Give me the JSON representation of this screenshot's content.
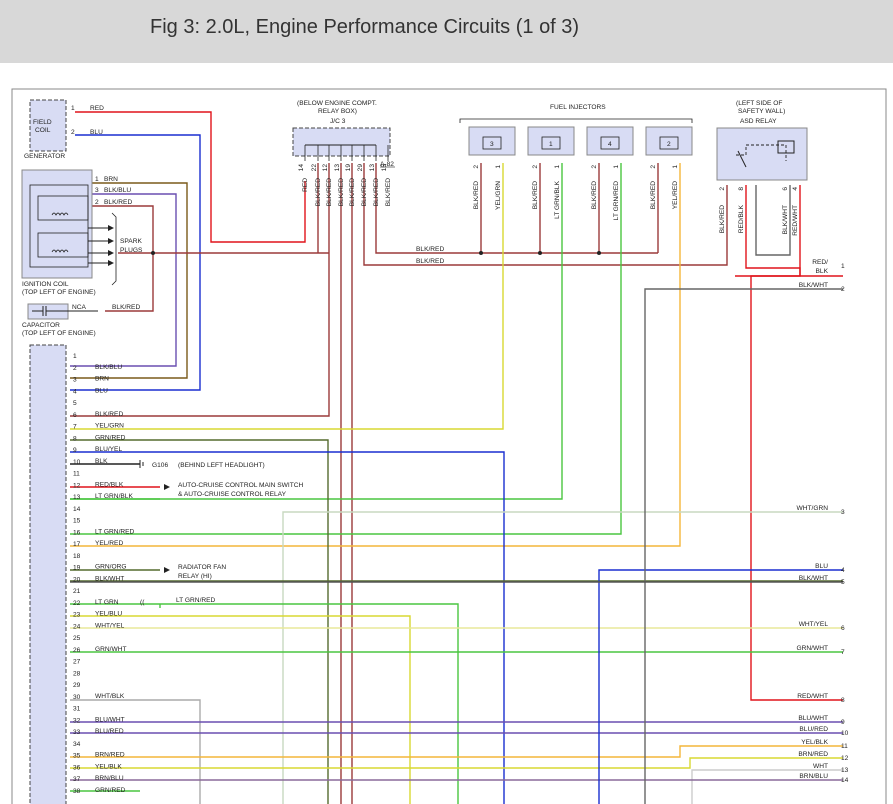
{
  "title": "Fig 3: 2.0L, Engine Performance Circuits (1 of 3)",
  "components": {
    "field_coil": "FIELD COIL",
    "generator": "GENERATOR",
    "ignition_coil": "IGNITION COIL",
    "ignition_coil_loc": "(TOP LEFT OF ENGINE)",
    "capacitor": "CAPACITOR",
    "capacitor_loc": "(TOP LEFT OF ENGINE)",
    "spark_plugs_1": "SPARK",
    "spark_plugs_2": "PLUGS",
    "nca": "NCA",
    "jc_loc_1": "(BELOW ENGINE COMPT.",
    "jc_loc_2": "RELAY BOX)",
    "jc_name": "J/C 3",
    "jc_ref": "A-82",
    "fuel_injectors": "FUEL INJECTORS",
    "asd_loc_1": "(LEFT SIDE OF",
    "asd_loc_2": "SAFETY WALL)",
    "asd_name": "ASD RELAY",
    "g106": "G106",
    "g106_loc": "(BEHIND LEFT HEADLIGHT)",
    "autocruise_1": "AUTO-CRUISE CONTROL MAIN SWITCH",
    "autocruise_2": "& AUTO-CRUISE CONTROL RELAY",
    "radfan_1": "RADIATOR FAN",
    "radfan_2": "RELAY (HI)"
  },
  "wire_labels": {
    "gen_red": "RED",
    "gen_blu": "BLU",
    "coil_brn": "BRN",
    "coil_blkblu": "BLK/BLU",
    "coil_blkred": "BLK/RED",
    "cap_blkred": "BLK/RED",
    "bus_blkred_1": "BLK/RED",
    "bus_blkred_2": "BLK/RED"
  },
  "coil_pins": [
    "1",
    "3",
    "2"
  ],
  "jc_pins": [
    "14",
    "22",
    "12",
    "13",
    "19",
    "29",
    "13",
    "15",
    "11"
  ],
  "jc_wires": [
    "RED",
    "BLK/RED",
    "BLK/RED",
    "BLK/RED",
    "BLK/RED",
    "BLK/RED",
    "BLK/RED",
    "BLK/RED",
    "BLK/RED"
  ],
  "injectors": [
    {
      "num": "3",
      "pins": [
        "2",
        "1"
      ],
      "wires": [
        "BLK/RED",
        "YEL/GRN"
      ]
    },
    {
      "num": "1",
      "pins": [
        "2",
        "1"
      ],
      "wires": [
        "BLK/RED",
        "LT GRN/BLK"
      ]
    },
    {
      "num": "4",
      "pins": [
        "2",
        "1"
      ],
      "wires": [
        "BLK/RED",
        "LT GRN/RED"
      ]
    },
    {
      "num": "2",
      "pins": [
        "2",
        "1"
      ],
      "wires": [
        "BLK/RED",
        "YEL/RED"
      ]
    }
  ],
  "asd_pins": [
    "2",
    "8",
    "6",
    "4"
  ],
  "asd_wires": [
    "BLK/RED",
    "RED/BLK",
    "BLK/WHT",
    "RED/WHT"
  ],
  "pcm_pins": [
    {
      "num": "1",
      "wire": ""
    },
    {
      "num": "2",
      "wire": "BLK/BLU"
    },
    {
      "num": "3",
      "wire": "BRN"
    },
    {
      "num": "4",
      "wire": "BLU"
    },
    {
      "num": "5",
      "wire": ""
    },
    {
      "num": "6",
      "wire": "BLK/RED"
    },
    {
      "num": "7",
      "wire": "YEL/GRN"
    },
    {
      "num": "8",
      "wire": "GRN/RED"
    },
    {
      "num": "9",
      "wire": "BLU/YEL"
    },
    {
      "num": "10",
      "wire": "BLK"
    },
    {
      "num": "11",
      "wire": ""
    },
    {
      "num": "12",
      "wire": "RED/BLK"
    },
    {
      "num": "13",
      "wire": "LT GRN/BLK"
    },
    {
      "num": "14",
      "wire": ""
    },
    {
      "num": "15",
      "wire": ""
    },
    {
      "num": "16",
      "wire": "LT GRN/RED"
    },
    {
      "num": "17",
      "wire": "YEL/RED"
    },
    {
      "num": "18",
      "wire": ""
    },
    {
      "num": "19",
      "wire": "GRN/ORG"
    },
    {
      "num": "20",
      "wire": "BLK/WHT"
    },
    {
      "num": "21",
      "wire": ""
    },
    {
      "num": "22",
      "wire": "LT GRN"
    },
    {
      "num": "23",
      "wire": "YEL/BLU"
    },
    {
      "num": "24",
      "wire": "WHT/YEL"
    },
    {
      "num": "25",
      "wire": ""
    },
    {
      "num": "26",
      "wire": "GRN/WHT"
    },
    {
      "num": "27",
      "wire": ""
    },
    {
      "num": "28",
      "wire": ""
    },
    {
      "num": "29",
      "wire": ""
    },
    {
      "num": "30",
      "wire": "WHT/BLK"
    },
    {
      "num": "31",
      "wire": ""
    },
    {
      "num": "32",
      "wire": "BLU/WHT"
    },
    {
      "num": "33",
      "wire": "BLU/RED"
    },
    {
      "num": "34",
      "wire": ""
    },
    {
      "num": "35",
      "wire": "BRN/RED"
    },
    {
      "num": "36",
      "wire": "YEL/BLK"
    },
    {
      "num": "37",
      "wire": "BRN/BLU"
    },
    {
      "num": "38",
      "wire": "GRN/RED"
    }
  ],
  "splice_22": "LT GRN/RED",
  "right_connectors": [
    {
      "num": "1",
      "wire": "RED/",
      "wire2": "BLK"
    },
    {
      "num": "2",
      "wire": "BLK/WHT",
      "wire2": ""
    },
    {
      "num": "3",
      "wire": "WHT/GRN",
      "wire2": ""
    },
    {
      "num": "4",
      "wire": "BLU",
      "wire2": ""
    },
    {
      "num": "5",
      "wire": "BLK/WHT",
      "wire2": ""
    },
    {
      "num": "6",
      "wire": "WHT/YEL",
      "wire2": ""
    },
    {
      "num": "7",
      "wire": "GRN/WHT",
      "wire2": ""
    },
    {
      "num": "8",
      "wire": "RED/WHT",
      "wire2": ""
    },
    {
      "num": "9",
      "wire": "BLU/WHT",
      "wire2": ""
    },
    {
      "num": "10",
      "wire": "BLU/RED",
      "wire2": ""
    },
    {
      "num": "11",
      "wire": "YEL/BLK",
      "wire2": ""
    },
    {
      "num": "12",
      "wire": "BRN/RED",
      "wire2": ""
    },
    {
      "num": "13",
      "wire": "WHT",
      "wire2": ""
    },
    {
      "num": "14",
      "wire": "BRN/BLU",
      "wire2": ""
    }
  ]
}
